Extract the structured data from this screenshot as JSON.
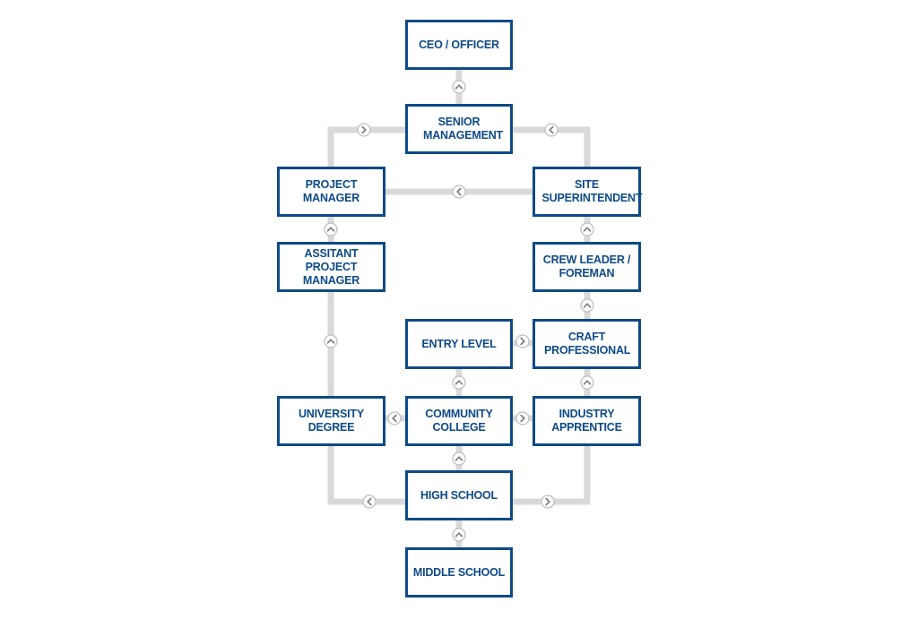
{
  "colors": {
    "box_border": "#0e4a86",
    "text": "#0e4a86",
    "connector": "#d9d9d9",
    "arrow_badge_border": "#bfbfbf",
    "arrow_glyph": "#7a7a7a"
  },
  "nodes": {
    "ceo": "CEO / OFFICER",
    "senior_management": "SENIOR MANAGEMENT",
    "project_manager": "PROJECT MANAGER",
    "site_superintendent": "SITE SUPERINTENDENT",
    "assistant_project_manager": "ASSITANT PROJECT MANAGER",
    "crew_leader": "CREW LEADER / FOREMAN",
    "entry_level": "ENTRY LEVEL",
    "craft_professional": "CRAFT PROFESSIONAL",
    "university_degree": "UNIVERSITY DEGREE",
    "community_college": "COMMUNITY COLLEGE",
    "industry_apprentice": "INDUSTRY APPRENTICE",
    "high_school": "HIGH SCHOOL",
    "middle_school": "MIDDLE SCHOOL"
  },
  "arrow_icons": {
    "up": "chevron-up-icon",
    "left": "chevron-left-icon",
    "right": "chevron-right-icon"
  }
}
